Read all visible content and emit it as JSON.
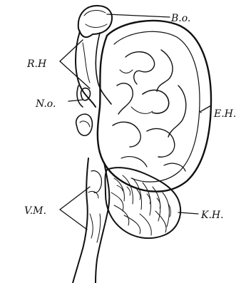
{
  "figure": {
    "labels": {
      "bo": "B.o.",
      "rh": "R.H",
      "no": "N.o.",
      "eh": "E.H.",
      "vm": "V.M.",
      "kh": "K.H."
    },
    "colors": {
      "ink": "#111111",
      "paper": "#ffffff"
    }
  }
}
